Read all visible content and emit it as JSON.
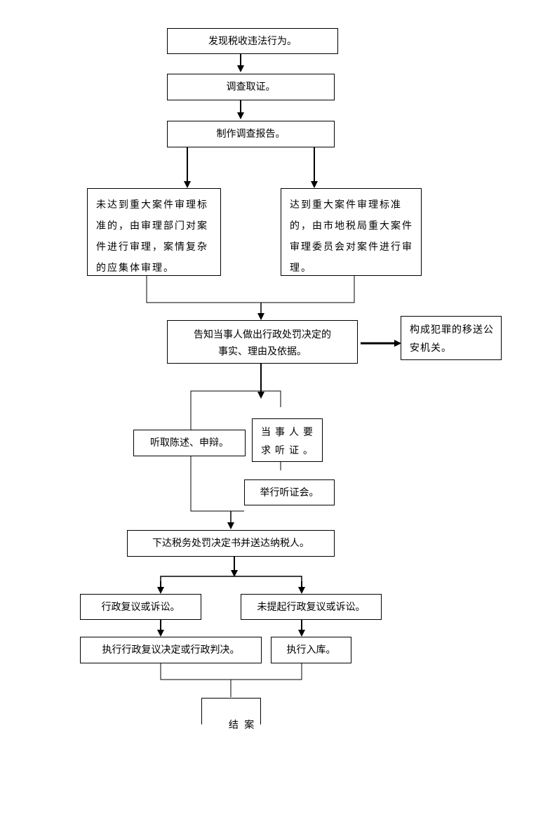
{
  "flowchart": {
    "discover": "发现税收违法行为。",
    "investigate": "调查取证。",
    "report": "制作调查报告。",
    "below_standard": "未达到重大案件审理标准的，由审理部门对案件进行审理，案情复杂的应集体审理。",
    "meets_standard": "达到重大案件审理标准的，由市地税局重大案件审理委员会对案件进行审理。",
    "notify_line1": "告知当事人做出行政处罚决定的",
    "notify_line2": "事实、理由及依据。",
    "crime_transfer": "构成犯罪的移送公安机关。",
    "hear_statement": "听取陈述、申辩。",
    "party_request": "当事人要求听证。",
    "hold_hearing": "举行听证会。",
    "issue_decision": "下达税务处罚决定书并送达纳税人。",
    "review_litigation": "行政复议或诉讼。",
    "no_review": "未提起行政复议或诉讼。",
    "execute_review": "执行行政复议决定或行政判决。",
    "execute_storage": "执行入库。",
    "close_case": "结 案"
  },
  "colors": {
    "line": "#000000",
    "box_border": "#000000",
    "background": "#ffffff"
  }
}
